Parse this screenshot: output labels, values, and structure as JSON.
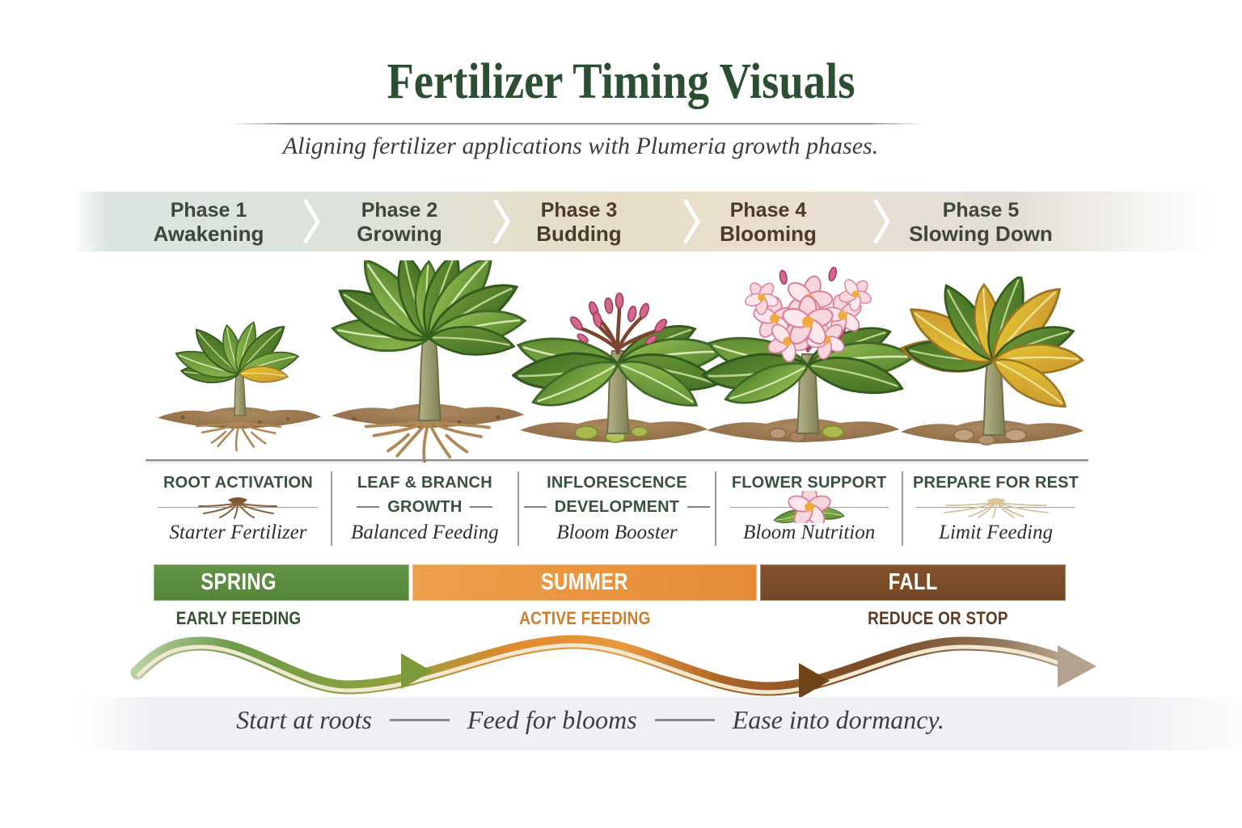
{
  "header": {
    "title": "Fertilizer Timing Visuals",
    "subtitle": "Aligning fertilizer applications with Plumeria growth phases."
  },
  "phases": [
    {
      "number": "Phase 1",
      "name": "Awakening",
      "care_line1": "ROOT ACTIVATION",
      "care_line2": "",
      "fertilizer": "Starter Fertilizer",
      "icon": "roots-icon"
    },
    {
      "number": "Phase 2",
      "name": "Growing",
      "care_line1": "LEAF & BRANCH",
      "care_line2": "GROWTH",
      "fertilizer": "Balanced Feeding",
      "icon": ""
    },
    {
      "number": "Phase 3",
      "name": "Budding",
      "care_line1": "INFLORESCENCE",
      "care_line2": "DEVELOPMENT",
      "fertilizer": "Bloom Booster",
      "icon": ""
    },
    {
      "number": "Phase 4",
      "name": "Blooming",
      "care_line1": "FLOWER SUPPORT",
      "care_line2": "",
      "fertilizer": "Bloom Nutrition",
      "icon": "flower-icon"
    },
    {
      "number": "Phase 5",
      "name": "Slowing Down",
      "care_line1": "PREPARE FOR REST",
      "care_line2": "",
      "fertilizer": "Limit Feeding",
      "icon": "dry-roots-icon"
    }
  ],
  "seasons": [
    {
      "name": "SPRING",
      "feeding": "EARLY FEEDING",
      "color": "#5a8c3f",
      "feeding_color": "#33512c"
    },
    {
      "name": "SUMMER",
      "feeding": "ACTIVE FEEDING",
      "color": "#e8943e",
      "feeding_color": "#d07c28"
    },
    {
      "name": "FALL",
      "feeding": "REDUCE OR STOP",
      "color": "#7b4c28",
      "feeding_color": "#5f3b22"
    }
  ],
  "footer": {
    "step1": "Start at roots",
    "step2": "Feed for blooms",
    "step3": "Ease into dormancy."
  },
  "colors": {
    "title_green": "#2c4e33",
    "spring_green": "#5a8c3f",
    "summer_orange": "#e8943e",
    "fall_brown": "#7b4c28",
    "arrow_green": "#6e9b4b",
    "arrow_orange": "#e89a3e",
    "arrow_brown": "#7a4a26"
  }
}
